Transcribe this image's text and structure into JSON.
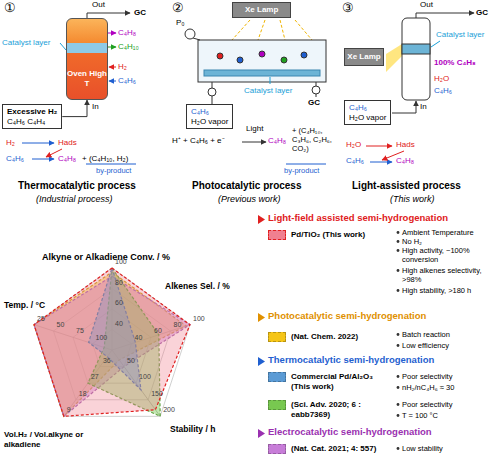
{
  "diagram": {
    "nodes": [
      {
        "text": [
          "Oven High T"
        ]
      },
      {
        "text": [
          "Excessive H₂",
          "C₄H₆ C₄H₄"
        ]
      },
      {
        "text": [
          "Xe Lamp"
        ]
      },
      {
        "text": [
          "C₄H₆",
          "H₂O vapor"
        ]
      },
      {
        "text": [
          "Xe Lamp"
        ]
      },
      {
        "text": [
          "C₄H₆",
          "H₂O vapor"
        ]
      }
    ],
    "edges": [
      {
        "from": 1,
        "to": 0,
        "arrow": "to"
      }
    ],
    "labels": [
      "①",
      "Out",
      "GC",
      "Catalyst layer",
      "C₄H₈",
      "C₄H₁₀",
      "H₂",
      "C₄H₆",
      "In",
      "H₂",
      "Hads",
      "C₄H₆",
      "C₄H₈",
      "+ (C₄H₁₀, H₂)",
      "by-product",
      "Thermocatalytic process",
      "(Industrial process)",
      "②",
      "P₀",
      "GC",
      "Catalyst layer",
      "Light",
      "H⁺ + C₄H₆ + e⁻",
      "C₄H₈",
      "+ (C₄H₁₀, C₃H₆, C₂H₆, CO₂)",
      "by-product",
      "Photocatalytic process",
      "(Previous work)",
      "③",
      "Out",
      "GC",
      "Catalyst layer",
      "100% C₄H₈",
      "H₂O",
      "C₄H₆",
      "In",
      "H₂O",
      "Hads",
      "C₄H₆",
      "C₄H₈",
      "Light-assisted process",
      "(This work)",
      "Alkyne or Alkadiene Conv. / %",
      "Alkenes Sel. / %",
      "Stability / h",
      "Vol.H₂ / Vol.alkyne or alkadiene",
      "Temp. / °C",
      "40",
      "60",
      "80",
      "100",
      "40",
      "60",
      "80",
      "100",
      "50",
      "100",
      "150",
      "200",
      "36",
      "27",
      "18",
      "9",
      "100",
      "75",
      "50",
      "25",
      "Light-field assisted semi-hydrogenation",
      "Ambient Temperature",
      "No H₂",
      "High activity, ~100% conversion",
      "High alkenes selectivity, >98%",
      "High stability, >180 h",
      "Photocatalytic semi-hydrogenation",
      "Batch reaction",
      "Low efficiency",
      "Thermocatalytic semi-hydrogenation",
      "Poor selectivity",
      "nH₂/nC₄H₆ ≈ 30",
      "Poor selectivity",
      "T = 100 °C",
      "Electrocatalytic semi-hydrogenation",
      "Low stability"
    ],
    "legend": [
      {
        "text": "Pd/TiO₂ (This work)",
        "color": "#f08090"
      },
      {
        "text": "(Nat. Chem. 2022)",
        "color": "#f5c518"
      },
      {
        "text": "Commercial Pd/Al₂O₃ (This work)",
        "color": "#5b9bd5"
      },
      {
        "text": "(Sci. Adv. 2020; 6 : eabb7369)",
        "color": "#78c850"
      },
      {
        "text": "(Nat. Cat. 2021; 4: 557)",
        "color": "#c77dd8"
      }
    ]
  }
}
